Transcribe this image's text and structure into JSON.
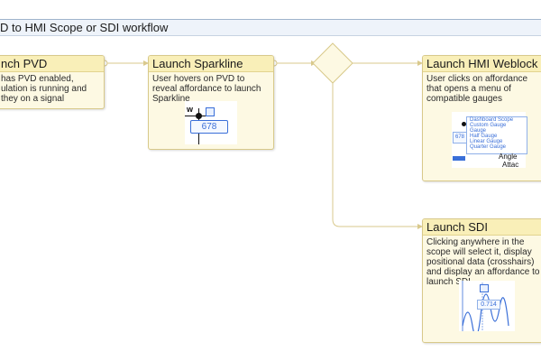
{
  "diagram": {
    "title": "D to HMI Scope or SDI workflow"
  },
  "nodes": [
    {
      "title": "nch PVD",
      "description": "has PVD enabled, ulation is running and they on a signal"
    },
    {
      "title": "Launch Sparkline",
      "description": "User hovers on PVD to reveal affordance to launch Sparkline",
      "mock": {
        "axis_label": "w",
        "value": "678"
      }
    },
    {
      "title": "Launch HMI Weblock",
      "description": "User clicks on affordance that opens a menu of compatible gauges",
      "mock": {
        "value": "678",
        "menu_items": [
          "Dashboard Scope",
          "Custom Gauge",
          "Gauge",
          "Half Gauge",
          "Linear Gauge",
          "Quarter Gauge"
        ],
        "extra_label_1": "Angle",
        "extra_label_2": "Attac"
      }
    },
    {
      "title": "Launch SDI",
      "description": "Clicking anywhere in the scope will select it, display positional data (crosshairs) and display an affordance to launch SDI",
      "mock": {
        "value": "0.714"
      }
    }
  ],
  "colors": {
    "node_fill": "#fdf9e3",
    "node_header": "#f9efb8",
    "node_border": "#d8c98a",
    "connector": "#d9c98c",
    "accent_blue": "#3a6fd8"
  }
}
